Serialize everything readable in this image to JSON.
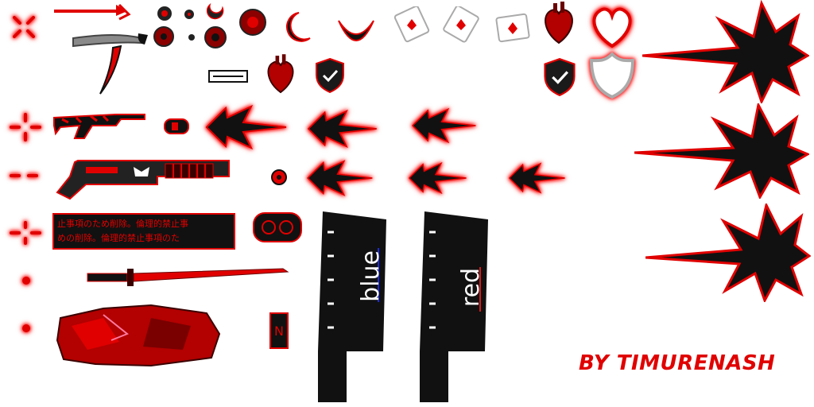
{
  "sheet": {
    "credit": "BY TIMURENASH",
    "flag_blue_label": "blue",
    "flag_red_label": "red",
    "banner_line_1": "止事項のため削除。倫理的禁止事",
    "banner_line_2": "めの削除。倫理的禁止事項のた"
  },
  "colors": {
    "primary": "#e00000",
    "dark": "#111111",
    "accent": "#ff2a2a",
    "flag_blue_underline": "#1a2bd8",
    "flag_red_underline": "#d81a1a"
  },
  "icons": [
    "crosshair-x-icon",
    "crosshair-plus-icon",
    "crosshair-dash-icon",
    "crosshair-bracket-icon",
    "dot-icon",
    "scythe-icon",
    "assault-rifle-icon",
    "shotgun-icon",
    "katana-icon",
    "heart-icon",
    "shield-check-icon",
    "playing-card-icon",
    "arrow-fire-icon",
    "flame-burst-icon"
  ]
}
